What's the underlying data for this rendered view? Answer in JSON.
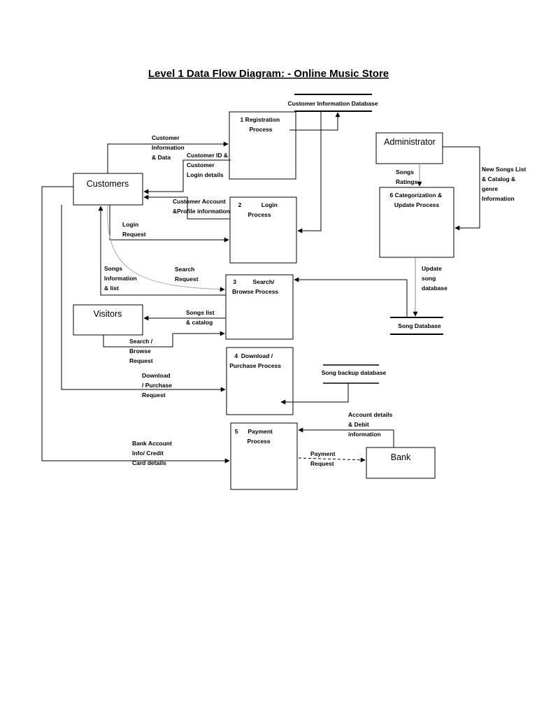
{
  "title": "Level 1 Data Flow Diagram: - Online Music Store",
  "entities": {
    "customers": "Customers",
    "administrator": "Administrator",
    "visitors": "Visitors",
    "bank": "Bank"
  },
  "processes": {
    "registration": [
      "1 Registration",
      "Process"
    ],
    "login": [
      "2            Login",
      "Process"
    ],
    "search": [
      "3          Search/",
      "Browse Process"
    ],
    "download": [
      "4  Download /",
      "Purchase Process"
    ],
    "payment": [
      "5      Payment",
      "Process"
    ],
    "categorization": [
      "6 Categorization &",
      "Update Process"
    ]
  },
  "datastores": {
    "customer_info": "Customer Information Database",
    "song_db": "Song Database",
    "song_backup": "Song backup database"
  },
  "flows": {
    "customer_info_data": [
      "Customer",
      "Information",
      "& Data"
    ],
    "customer_id_login": [
      "Customer ID &",
      "Customer",
      "Login details"
    ],
    "account_profile": [
      "Customer Account",
      "&Profile information"
    ],
    "login_request": [
      "Login",
      "Request"
    ],
    "songs_info_list": [
      "Songs",
      "Information",
      "& list"
    ],
    "search_request": [
      "Search",
      "Request"
    ],
    "songs_list_catalog": [
      "Songs list",
      "& catalog"
    ],
    "search_browse_request": [
      "Search /",
      "Browse",
      "Request"
    ],
    "download_purchase_request": [
      "Download",
      "/ Purchase",
      "Request"
    ],
    "bank_account_info": [
      "Bank Account",
      "Info/ Credit",
      "Card details"
    ],
    "payment_request": [
      "Payment",
      "Request"
    ],
    "account_debit_info": [
      "Account details",
      "& Debit",
      "information"
    ],
    "songs_ratings": [
      "Songs",
      "Ratings"
    ],
    "new_songs_list": [
      "New Songs List",
      "& Catalog &",
      "genre",
      "Information"
    ],
    "update_song_db": [
      "Update",
      "song",
      "database"
    ]
  }
}
